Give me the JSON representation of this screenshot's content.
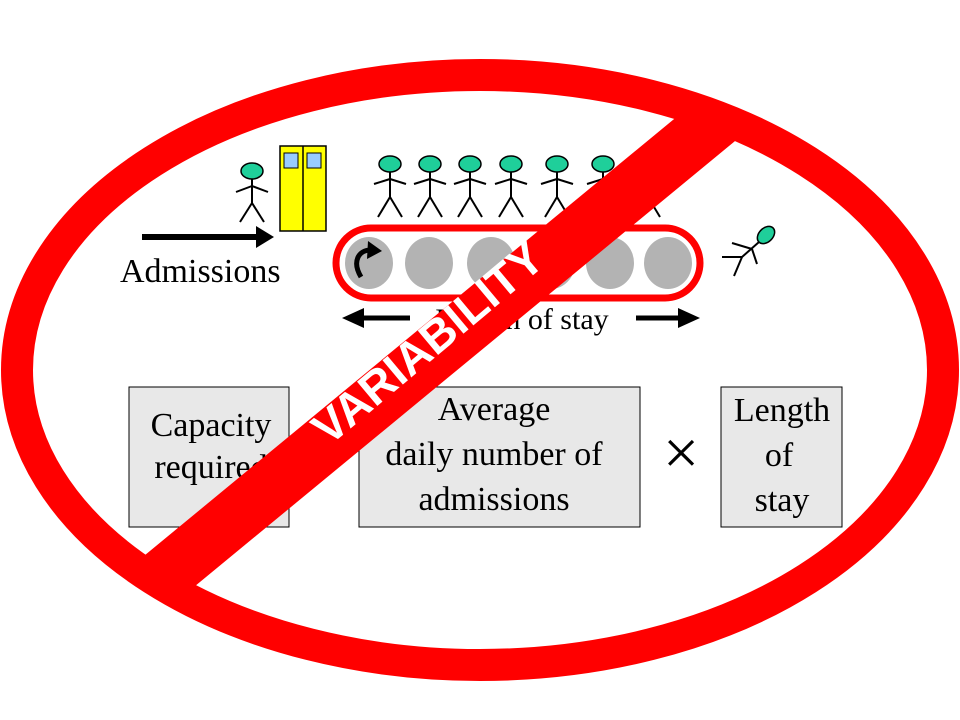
{
  "flow": {
    "admissions_label": "Admissions",
    "length_of_stay_label": "Length of stay"
  },
  "formula": {
    "capacity_lines": [
      "Capacity",
      "required"
    ],
    "equals_symbol": "=",
    "average_lines": [
      "Average",
      "daily number of",
      "admissions"
    ],
    "times_symbol": "×",
    "length_lines": [
      "Length",
      "of",
      "stay"
    ]
  },
  "overlay": {
    "banner_text": "VARIABILITY"
  },
  "colors": {
    "no_sign_red": "#ff0000",
    "person_head": "#1fcf9a",
    "door_yellow": "#ffff00",
    "door_window": "#99ccff",
    "bed_grey": "#b3b3b3",
    "box_fill": "#e8e8e8",
    "line_black": "#000000"
  },
  "icons": {
    "door": "hospital-door-icon",
    "person": "stick-figure-icon",
    "bed": "bed-slot-icon",
    "recycle": "rotate-arrow-icon"
  }
}
